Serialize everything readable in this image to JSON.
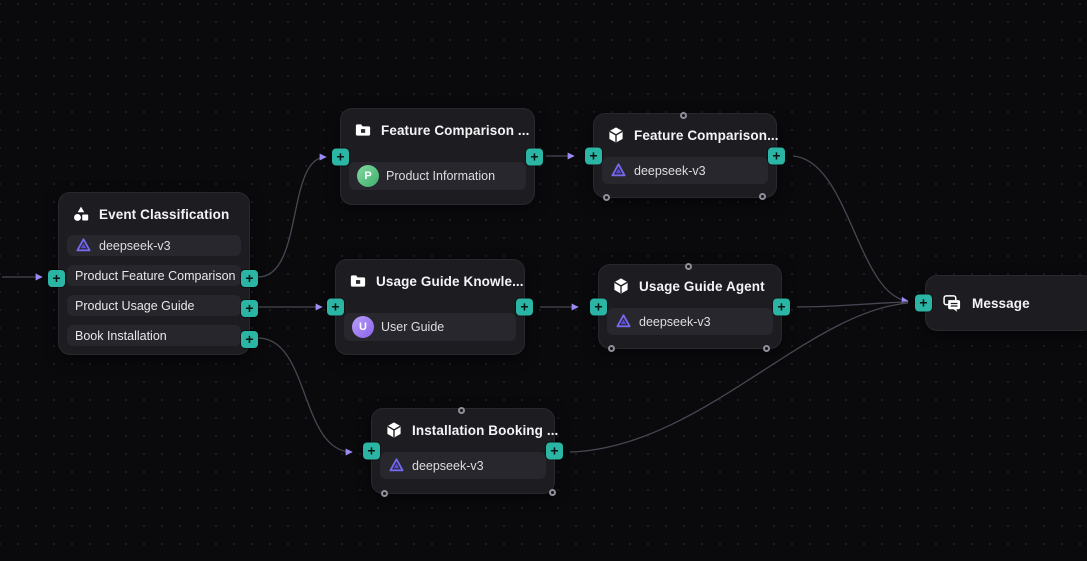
{
  "canvas": {
    "background": "#0a0a0d",
    "grid_dot_color": "#1d1d23"
  },
  "colors": {
    "node_bg": "#1c1c21",
    "row_bg": "#27272d",
    "handle_teal": "#2ab5a4",
    "edge_line": "#474753",
    "arrow_purple": "#9b8bf4",
    "deepseek_purple": "#7569ee",
    "avatar_green": "#3fae6c",
    "avatar_purple": "#8a63ec"
  },
  "nodes": {
    "event_classification": {
      "title": "Event Classification",
      "model": "deepseek-v3",
      "branches": [
        "Product Feature Comparison",
        "Product Usage Guide",
        "Book Installation"
      ]
    },
    "feature_comparison_kb": {
      "title": "Feature Comparison ...",
      "doc": {
        "avatar": "P",
        "label": "Product Information"
      }
    },
    "feature_comparison_agent": {
      "title": "Feature Comparison...",
      "model": "deepseek-v3"
    },
    "usage_guide_kb": {
      "title": "Usage Guide Knowle...",
      "doc": {
        "avatar": "U",
        "label": "User Guide"
      }
    },
    "usage_guide_agent": {
      "title": "Usage Guide Agent",
      "model": "deepseek-v3"
    },
    "installation_agent": {
      "title": "Installation Booking ...",
      "model": "deepseek-v3"
    },
    "message": {
      "title": "Message"
    }
  }
}
